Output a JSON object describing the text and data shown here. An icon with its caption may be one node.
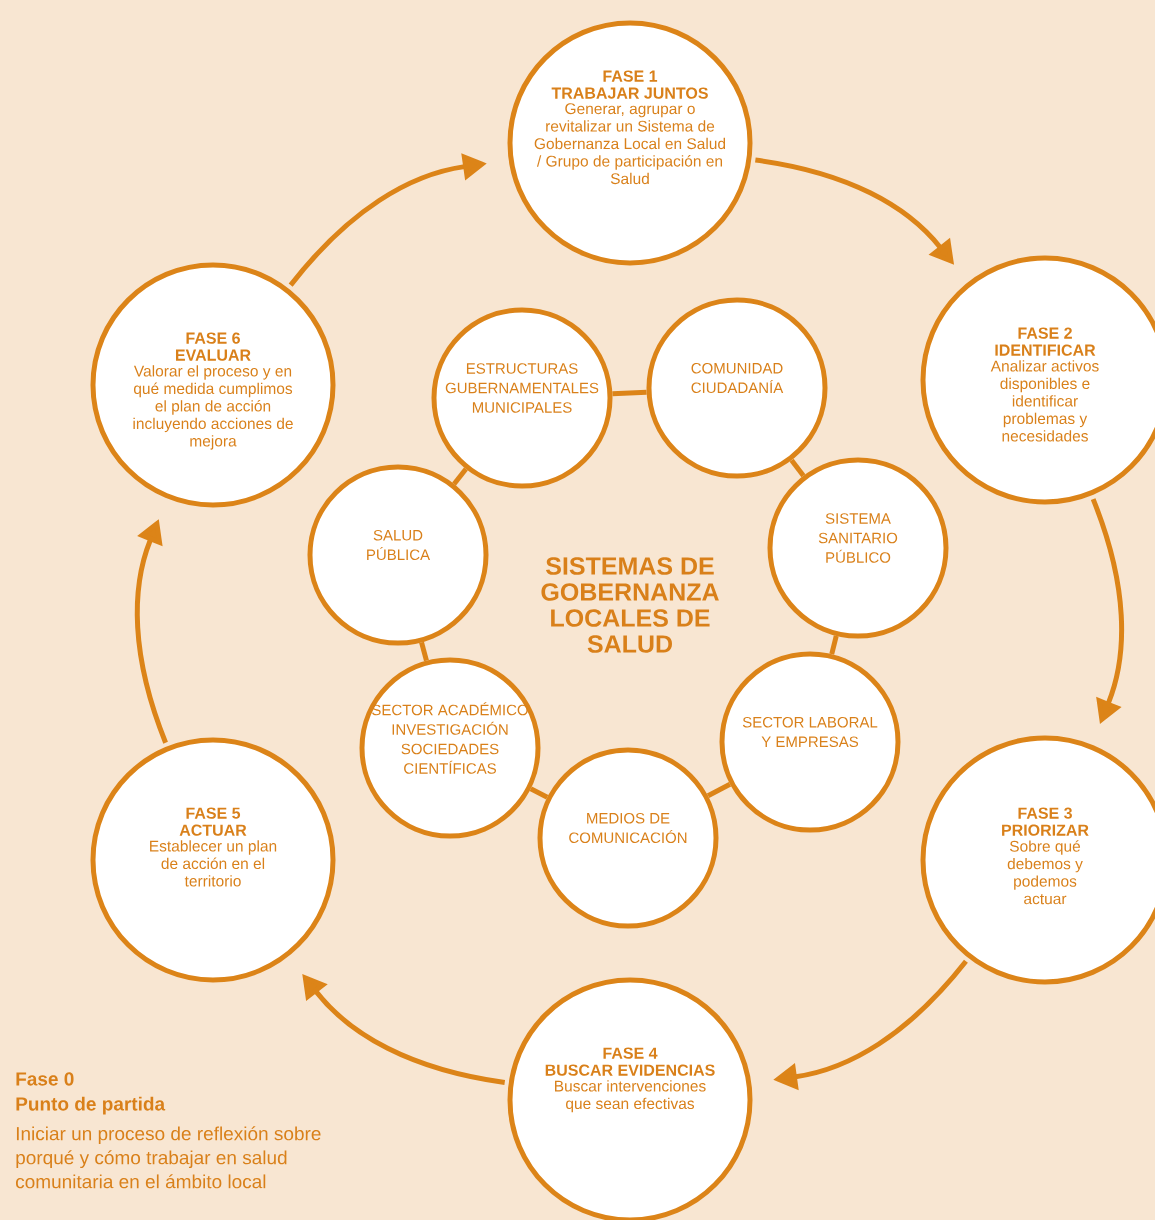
{
  "diagram": {
    "nodes": [
      {
        "text": [
          "FASE 1",
          "TRABAJAR JUNTOS",
          "Generar, agrupar o revitalizar un Sistema de Gobernanza Local en Salud / Grupo de participación en Salud"
        ]
      },
      {
        "text": [
          "FASE 2",
          "IDENTIFICAR",
          "Analizar activos disponibles e identificar problemas y necesidades"
        ]
      },
      {
        "text": [
          "FASE 3",
          "PRIORIZAR",
          "Sobre qué debemos y podemos actuar"
        ]
      },
      {
        "text": [
          "FASE 4",
          "BUSCAR EVIDENCIAS",
          "Buscar intervenciones que sean efectivas"
        ]
      },
      {
        "text": [
          "FASE 5",
          "ACTUAR",
          "Establecer un plan de acción en el territorio"
        ]
      },
      {
        "text": [
          "FASE 6",
          "EVALUAR",
          "Valorar el proceso y en qué medida cumplimos el plan de acción incluyendo acciones de mejora"
        ]
      },
      {
        "text": [
          "ESTRUCTURAS GUBERNAMENTALES MUNICIPALES"
        ]
      },
      {
        "text": [
          "COMUNIDAD CIUDADANÍA"
        ]
      },
      {
        "text": [
          "SISTEMA SANITARIO PÚBLICO"
        ]
      },
      {
        "text": [
          "SECTOR LABORAL Y EMPRESAS"
        ]
      },
      {
        "text": [
          "MEDIOS DE COMUNICACIÓN"
        ]
      },
      {
        "text": [
          "SECTOR ACADÉMICO INVESTIGACIÓN SOCIEDADES CIENTÍFICAS"
        ]
      },
      {
        "text": [
          "SALUD PÚBLICA"
        ]
      }
    ],
    "edges": [
      {
        "from": 0,
        "to": 1,
        "arrow": "to"
      },
      {
        "from": 1,
        "to": 2,
        "arrow": "to"
      },
      {
        "from": 2,
        "to": 3,
        "arrow": "to"
      },
      {
        "from": 3,
        "to": 4,
        "arrow": "to"
      },
      {
        "from": 4,
        "to": 5,
        "arrow": "to"
      },
      {
        "from": 5,
        "to": 0,
        "arrow": "to"
      },
      {
        "from": 6,
        "to": 7,
        "arrow": "none"
      },
      {
        "from": 7,
        "to": 8,
        "arrow": "none"
      },
      {
        "from": 8,
        "to": 9,
        "arrow": "none"
      },
      {
        "from": 9,
        "to": 10,
        "arrow": "none"
      },
      {
        "from": 10,
        "to": 11,
        "arrow": "none"
      },
      {
        "from": 11,
        "to": 12,
        "arrow": "none"
      },
      {
        "from": 12,
        "to": 6,
        "arrow": "none"
      }
    ],
    "labels": [
      "SISTEMAS DE GOBERNANZA LOCALES DE SALUD",
      "Fase 0",
      "Punto de partida",
      "Iniciar un proceso de reflexión sobre porqué y cómo trabajar en salud comunitaria en el ámbito local"
    ]
  }
}
